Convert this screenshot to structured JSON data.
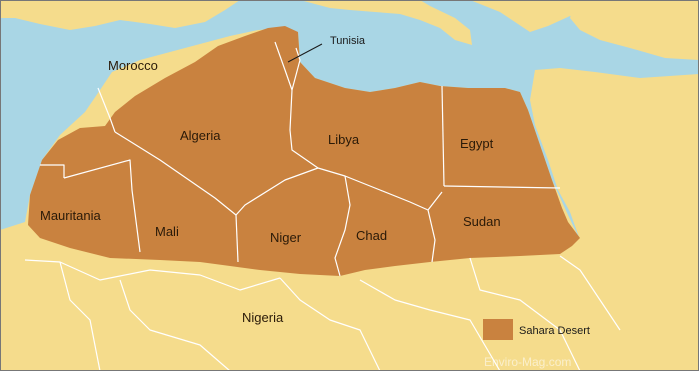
{
  "map": {
    "colors": {
      "sea": "#a9d6e5",
      "land": "#f5dc8c",
      "sahara": "#c9823f",
      "border": "#ffffff",
      "frame": "#777777"
    },
    "labels": {
      "tunisia": "Tunisia",
      "morocco": "Morocco",
      "algeria": "Algeria",
      "libya": "Libya",
      "egypt": "Egypt",
      "mauritania": "Mauritania",
      "mali": "Mali",
      "niger": "Niger",
      "chad": "Chad",
      "sudan": "Sudan",
      "nigeria": "Nigeria"
    },
    "legend": {
      "label": "Sahara Desert"
    },
    "watermark": "Enviro-Mag.com"
  }
}
